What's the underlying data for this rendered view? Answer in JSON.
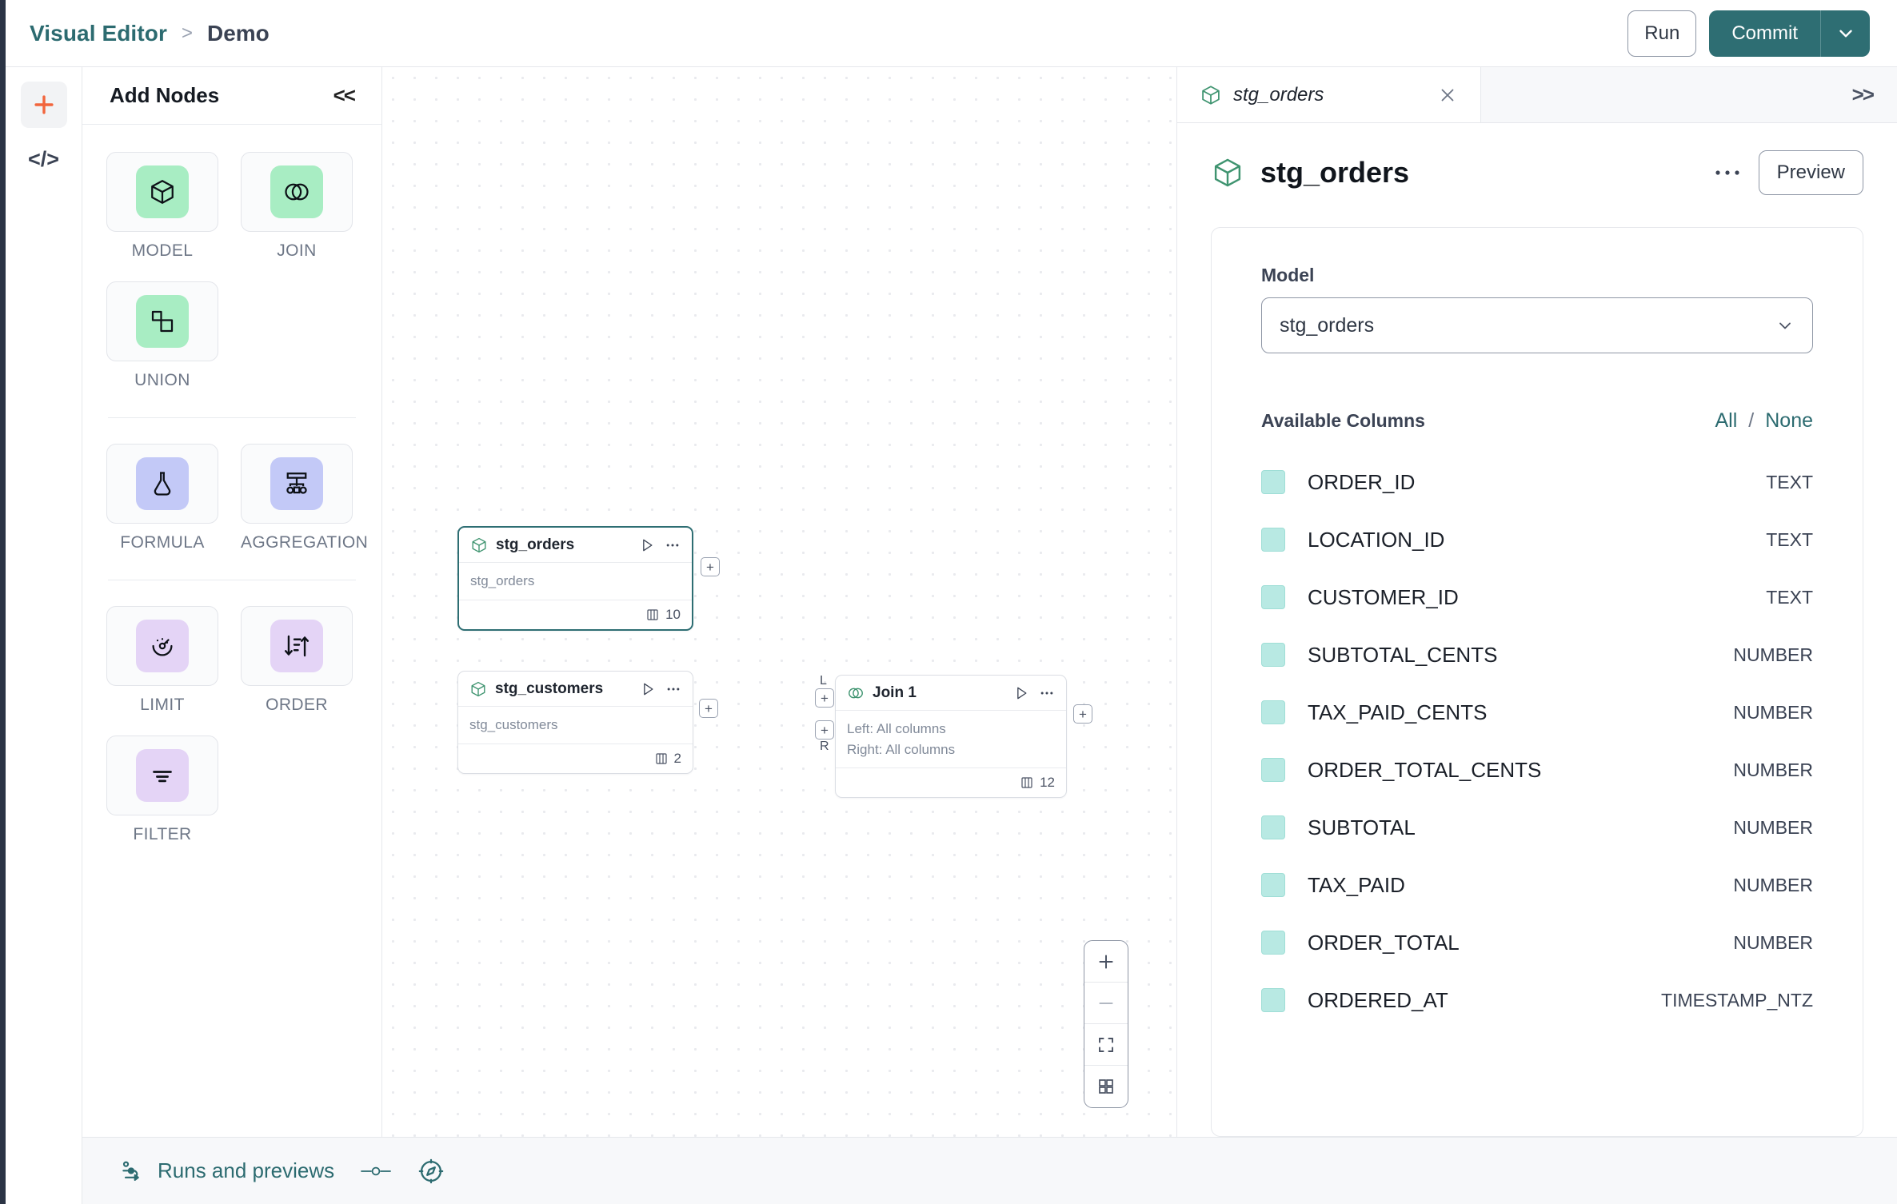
{
  "topbar": {
    "breadcrumb_root": "Visual Editor",
    "breadcrumb_sep": ">",
    "breadcrumb_leaf": "Demo",
    "run_label": "Run",
    "commit_label": "Commit",
    "commit_caret_icon": "chevron-down-icon",
    "accent_teal": "#2e6e73"
  },
  "icon_rail": {
    "add_icon": "plus-icon",
    "add_icon_color": "#f2653c",
    "code_icon": "code-brackets-icon",
    "code_label": "</>"
  },
  "node_panel": {
    "title": "Add Nodes",
    "collapse_label": "<<",
    "groups": [
      {
        "items": [
          {
            "label": "MODEL",
            "icon": "cube-icon",
            "tone": "green"
          },
          {
            "label": "JOIN",
            "icon": "venn-circles-icon",
            "tone": "green"
          },
          {
            "label": "UNION",
            "icon": "union-shapes-icon",
            "tone": "green"
          }
        ]
      },
      {
        "items": [
          {
            "label": "FORMULA",
            "icon": "flask-icon",
            "tone": "blue"
          },
          {
            "label": "AGGREGATION",
            "icon": "aggregation-tree-icon",
            "tone": "blue"
          }
        ]
      },
      {
        "items": [
          {
            "label": "LIMIT",
            "icon": "limit-gauge-icon",
            "tone": "purple"
          },
          {
            "label": "ORDER",
            "icon": "sort-arrows-icon",
            "tone": "purple"
          },
          {
            "label": "FILTER",
            "icon": "filter-lines-icon",
            "tone": "purple"
          }
        ]
      }
    ]
  },
  "canvas": {
    "nodes": [
      {
        "id": "stg_orders",
        "title": "stg_orders",
        "icon": "cube-icon",
        "body_lines": [
          "stg_orders"
        ],
        "column_count": "10",
        "selected": true,
        "run_icon": "play-icon",
        "menu_icon": "ellipsis-icon",
        "columns_icon": "columns-icon"
      },
      {
        "id": "stg_customers",
        "title": "stg_customers",
        "icon": "cube-icon",
        "body_lines": [
          "stg_customers"
        ],
        "column_count": "2",
        "selected": false,
        "run_icon": "play-icon",
        "menu_icon": "ellipsis-icon",
        "columns_icon": "columns-icon"
      },
      {
        "id": "join_1",
        "title": "Join 1",
        "icon": "venn-circles-icon",
        "body_lines": [
          "Left: All columns",
          "Right: All columns"
        ],
        "column_count": "12",
        "selected": false,
        "run_icon": "play-icon",
        "menu_icon": "ellipsis-icon",
        "columns_icon": "columns-icon",
        "input_port_labels": [
          "L",
          "R"
        ]
      }
    ],
    "port_symbol": "+",
    "zoom_controls": [
      {
        "icon": "zoom-in-icon",
        "label": "+"
      },
      {
        "icon": "zoom-out-icon",
        "label": "–"
      },
      {
        "icon": "fit-view-icon",
        "label": ""
      },
      {
        "icon": "mini-map-icon",
        "label": ""
      }
    ]
  },
  "inspector": {
    "tab": {
      "label": "stg_orders",
      "icon": "cube-icon",
      "close_icon": "close-icon"
    },
    "expand_icon": "chevron-double-right-icon",
    "expand_label": ">>",
    "title": "stg_orders",
    "title_icon": "cube-icon",
    "more_icon": "ellipsis-icon",
    "more_label": "•••",
    "preview_label": "Preview",
    "model_field_label": "Model",
    "model_value": "stg_orders",
    "model_caret_icon": "chevron-down-icon",
    "columns_header": "Available Columns",
    "select_all_label": "All",
    "select_separator": "/",
    "select_none_label": "None",
    "columns": [
      {
        "name": "ORDER_ID",
        "type": "TEXT",
        "checked": true
      },
      {
        "name": "LOCATION_ID",
        "type": "TEXT",
        "checked": true
      },
      {
        "name": "CUSTOMER_ID",
        "type": "TEXT",
        "checked": true
      },
      {
        "name": "SUBTOTAL_CENTS",
        "type": "NUMBER",
        "checked": true
      },
      {
        "name": "TAX_PAID_CENTS",
        "type": "NUMBER",
        "checked": true
      },
      {
        "name": "ORDER_TOTAL_CENTS",
        "type": "NUMBER",
        "checked": true
      },
      {
        "name": "SUBTOTAL",
        "type": "NUMBER",
        "checked": true
      },
      {
        "name": "TAX_PAID",
        "type": "NUMBER",
        "checked": true
      },
      {
        "name": "ORDER_TOTAL",
        "type": "NUMBER",
        "checked": true
      },
      {
        "name": "ORDERED_AT",
        "type": "TIMESTAMP_NTZ",
        "checked": true
      }
    ]
  },
  "bottombar": {
    "runs_label": "Runs and previews",
    "runs_icon": "runs-flow-icon",
    "toggle_icon": "toggle-dot-icon",
    "compass_icon": "compass-icon"
  }
}
